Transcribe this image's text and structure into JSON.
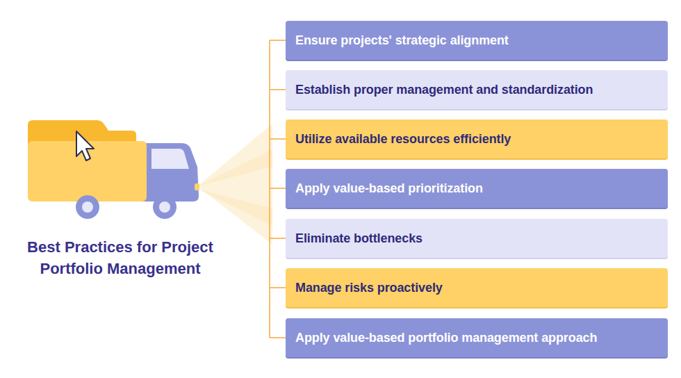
{
  "diagram": {
    "title": "Best Practices for Project Portfolio Management",
    "nodes": [
      {
        "text": [
          "Ensure projects' strategic alignment"
        ]
      },
      {
        "text": [
          "Establish proper management and standardization"
        ]
      },
      {
        "text": [
          "Utilize available resources efficiently"
        ]
      },
      {
        "text": [
          "Apply value-based prioritization"
        ]
      },
      {
        "text": [
          "Eliminate bottlenecks"
        ]
      },
      {
        "text": [
          "Manage risks proactively"
        ]
      },
      {
        "text": [
          "Apply value-based portfolio management approach"
        ]
      }
    ]
  }
}
